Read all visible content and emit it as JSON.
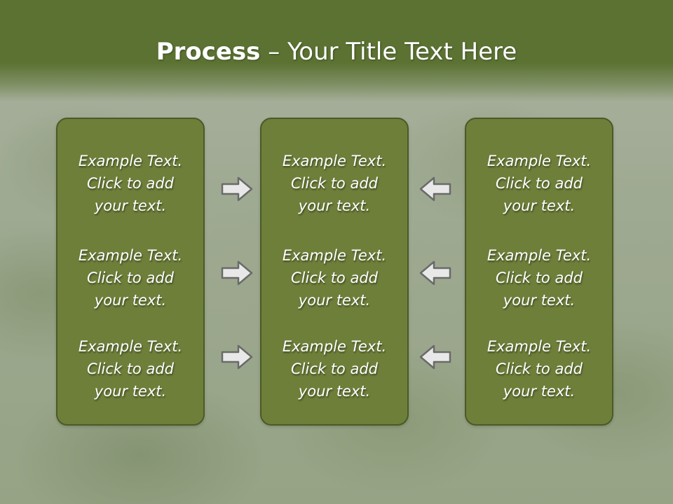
{
  "slide": {
    "title_bold": "Process",
    "title_rest": " – Your Title Text Here"
  },
  "panels": [
    {
      "items": [
        {
          "l1": "Example Text.",
          "l2": "Click  to add",
          "l3": "your text."
        },
        {
          "l1": "Example Text.",
          "l2": "Click  to add",
          "l3": "your text."
        },
        {
          "l1": "Example Text.",
          "l2": "Click  to add",
          "l3": "your text."
        }
      ]
    },
    {
      "items": [
        {
          "l1": "Example Text.",
          "l2": "Click  to add",
          "l3": "your text."
        },
        {
          "l1": "Example Text.",
          "l2": "Click  to add",
          "l3": "your text."
        },
        {
          "l1": "Example Text.",
          "l2": "Click  to add",
          "l3": "your text."
        }
      ]
    },
    {
      "items": [
        {
          "l1": "Example Text.",
          "l2": "Click  to add",
          "l3": "your text."
        },
        {
          "l1": "Example Text.",
          "l2": "Click  to add",
          "l3": "your text."
        },
        {
          "l1": "Example Text.",
          "l2": "Click  to add",
          "l3": "your text."
        }
      ]
    }
  ],
  "arrows": {
    "left_column": "arrow-right-icon",
    "right_column": "arrow-left-icon"
  },
  "colors": {
    "header": "#5b7232",
    "panel_fill": "#6e7f3a",
    "panel_border": "#4b5a26"
  }
}
